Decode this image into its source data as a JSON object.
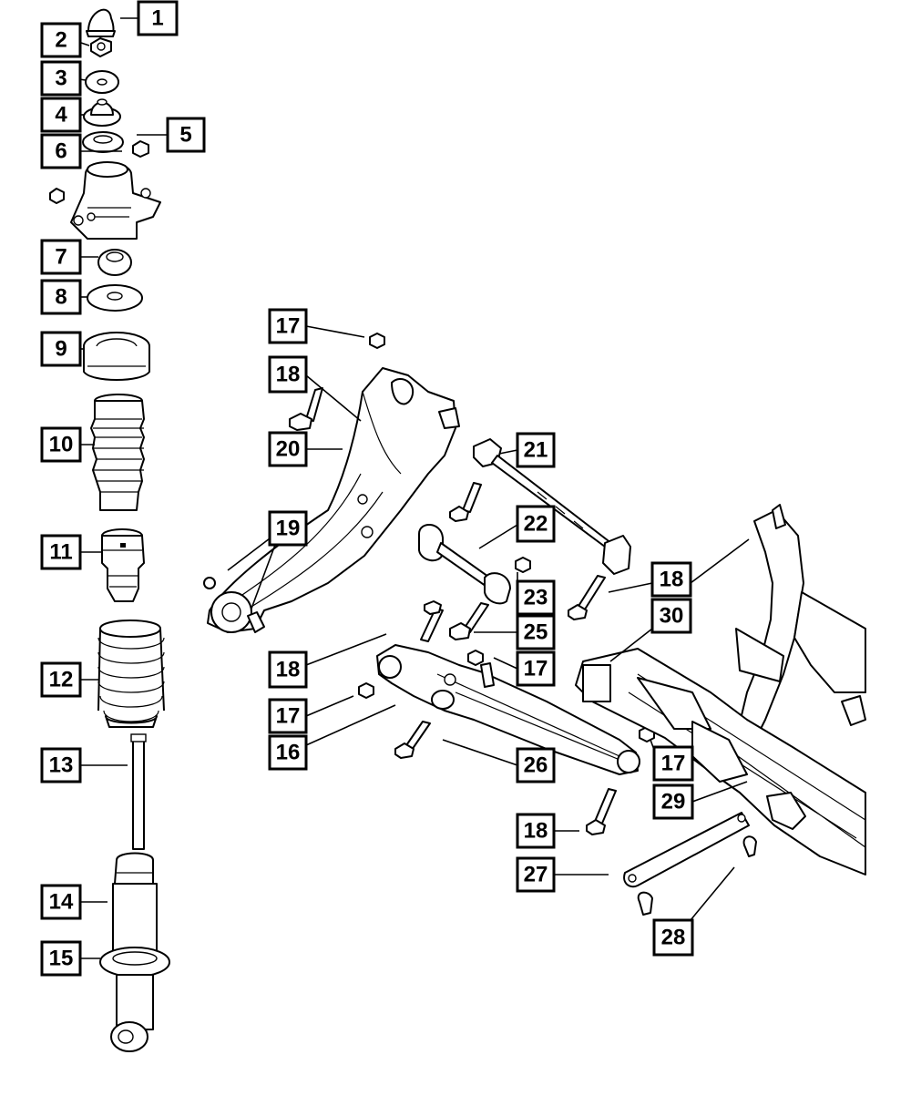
{
  "callouts": [
    {
      "label": "1"
    },
    {
      "label": "2"
    },
    {
      "label": "3"
    },
    {
      "label": "4"
    },
    {
      "label": "5"
    },
    {
      "label": "6"
    },
    {
      "label": "7"
    },
    {
      "label": "8"
    },
    {
      "label": "9"
    },
    {
      "label": "10"
    },
    {
      "label": "11"
    },
    {
      "label": "12"
    },
    {
      "label": "13"
    },
    {
      "label": "14"
    },
    {
      "label": "15"
    },
    {
      "label": "17"
    },
    {
      "label": "18"
    },
    {
      "label": "20"
    },
    {
      "label": "19"
    },
    {
      "label": "21"
    },
    {
      "label": "22"
    },
    {
      "label": "23"
    },
    {
      "label": "18"
    },
    {
      "label": "30"
    },
    {
      "label": "25"
    },
    {
      "label": "17"
    },
    {
      "label": "18"
    },
    {
      "label": "17"
    },
    {
      "label": "16"
    },
    {
      "label": "26"
    },
    {
      "label": "17"
    },
    {
      "label": "29"
    },
    {
      "label": "18"
    },
    {
      "label": "27"
    },
    {
      "label": "28"
    }
  ]
}
